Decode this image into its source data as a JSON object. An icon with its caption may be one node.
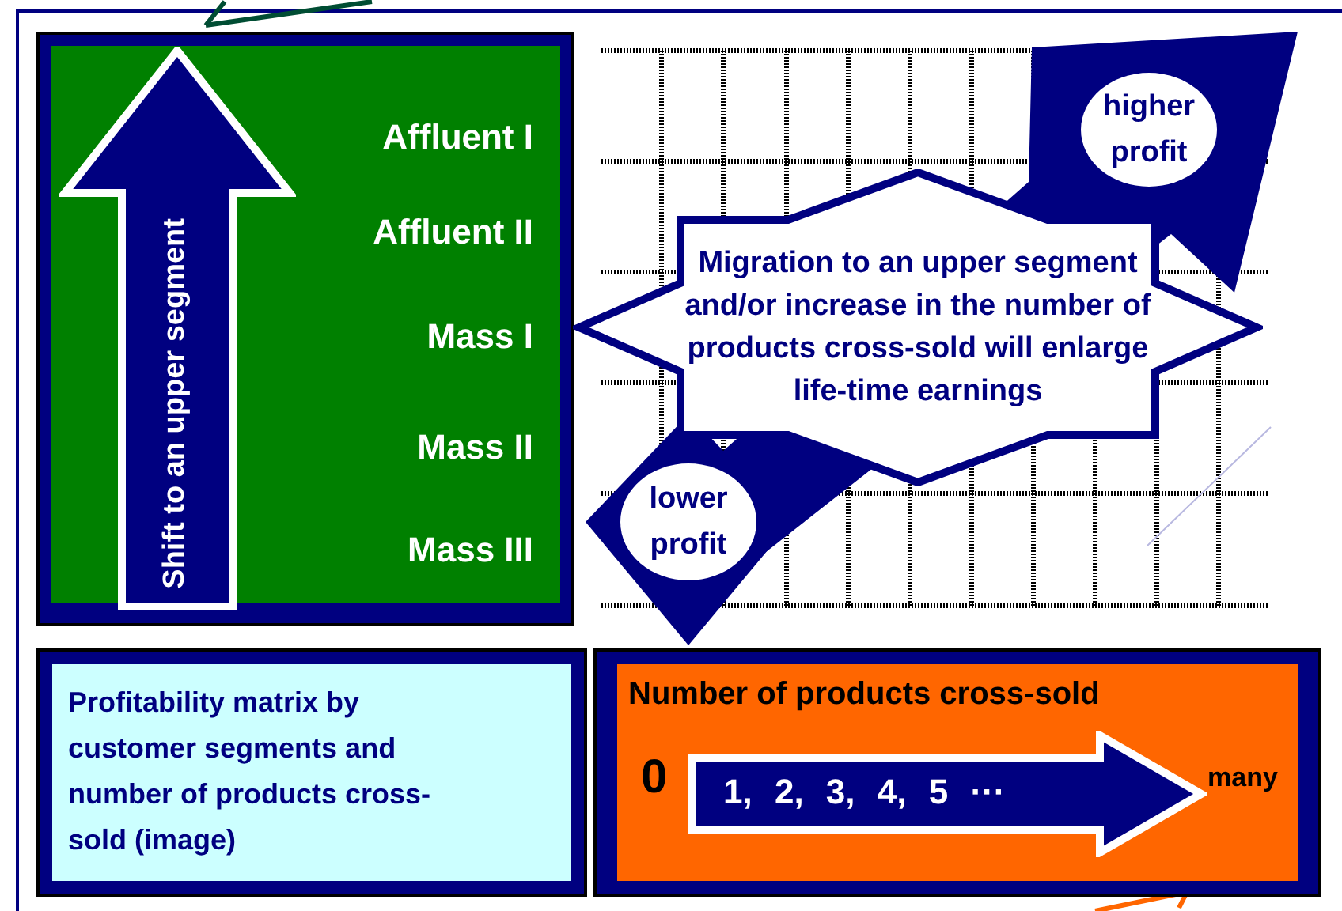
{
  "diagram": {
    "nodes": [
      {
        "text": [
          "Affluent I",
          "Affluent II",
          "Mass I",
          "Mass II",
          "Mass III"
        ]
      },
      {
        "text": [
          "Shift to an upper segment"
        ],
        "in": 0
      },
      {
        "text": [
          "Migration to an upper segment and/or increase in the number of products cross-sold will enlarge life-time earnings"
        ]
      },
      {
        "text": [
          "higher profit"
        ]
      },
      {
        "text": [
          "lower profit"
        ]
      },
      {
        "text": [
          "Profitability matrix by customer segments and number of products cross-sold (image)"
        ]
      },
      {
        "text": [
          "Number of products cross-sold",
          "0",
          "many"
        ]
      },
      {
        "text": [
          "1, 2, 3, 4, 5 ···"
        ],
        "in": 6
      }
    ]
  }
}
